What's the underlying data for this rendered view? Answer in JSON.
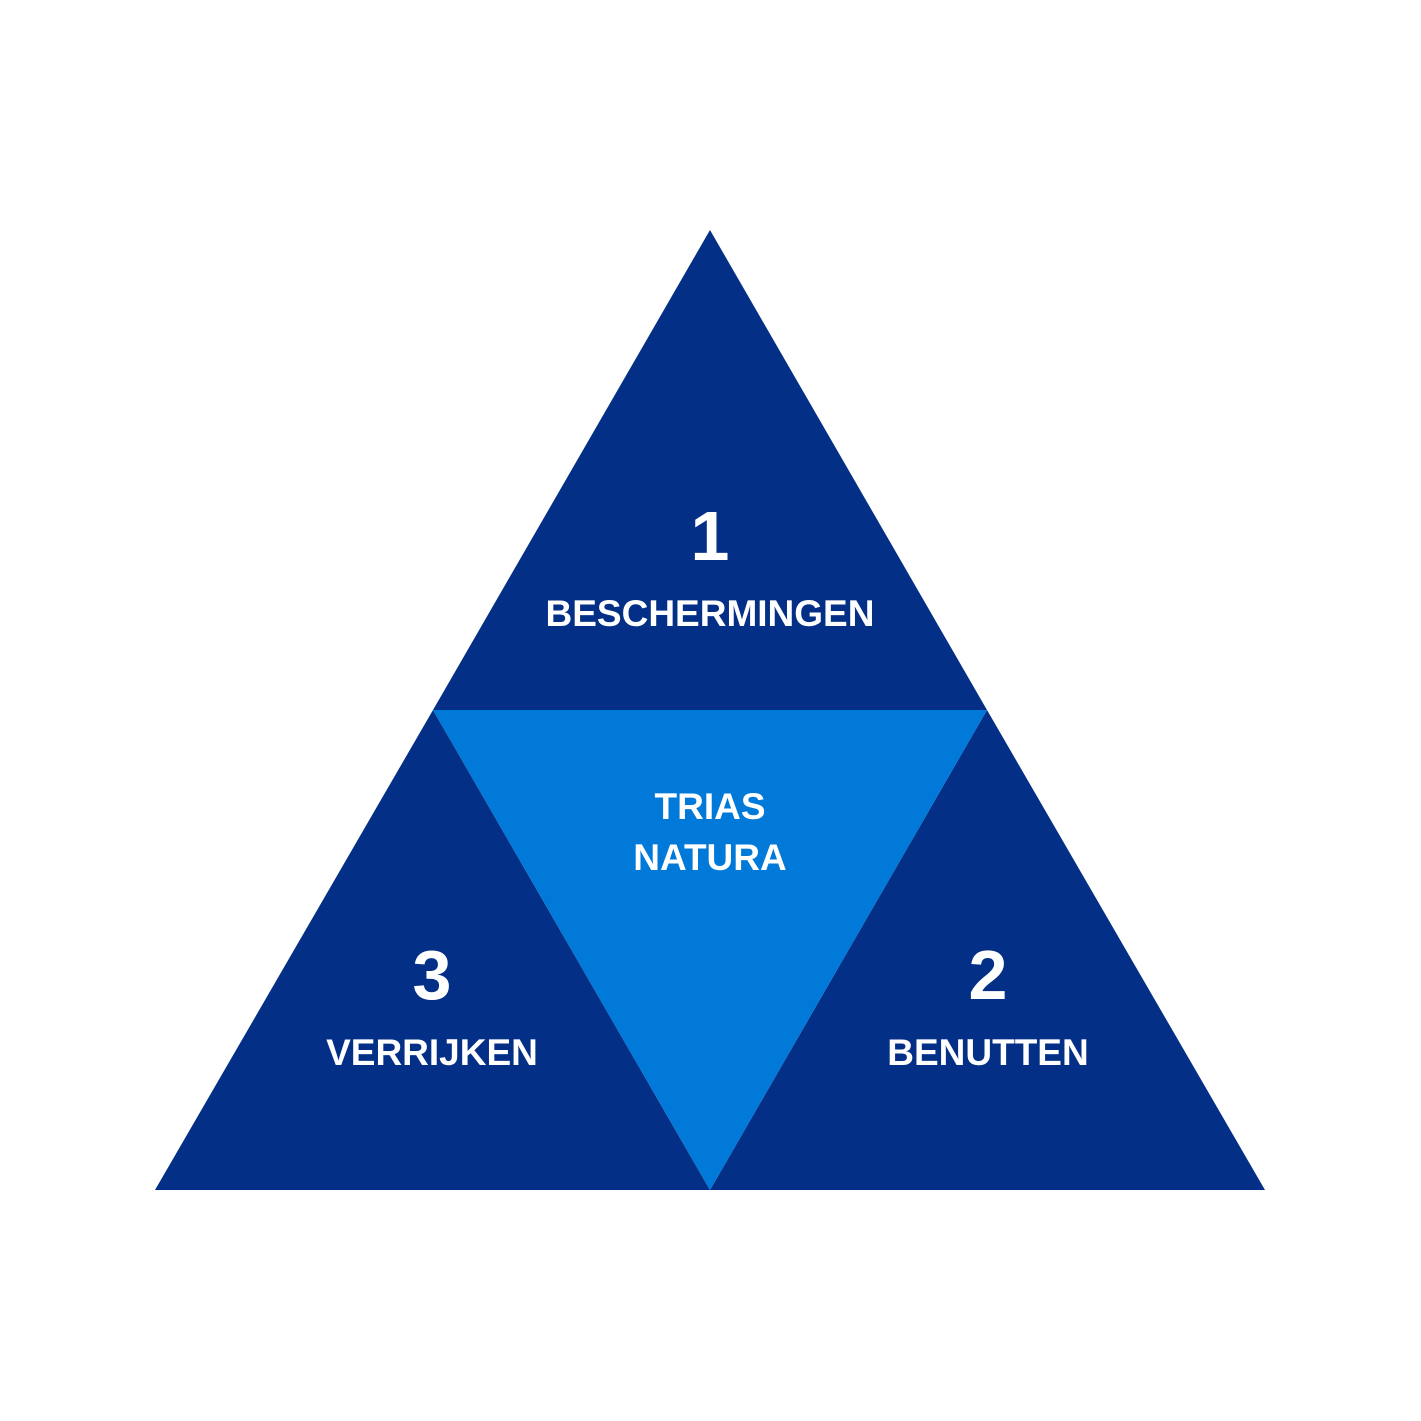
{
  "colors": {
    "background": "#ffffff",
    "dark_blue": "#032f86",
    "light_blue": "#0079d9",
    "text": "#ffffff"
  },
  "segments": {
    "top": {
      "number": "1",
      "label": "BESCHERMINGEN"
    },
    "right": {
      "number": "2",
      "label": "BENUTTEN"
    },
    "left": {
      "number": "3",
      "label": "VERRIJKEN"
    }
  },
  "center": {
    "line1": "TRIAS",
    "line2": "NATURA"
  }
}
